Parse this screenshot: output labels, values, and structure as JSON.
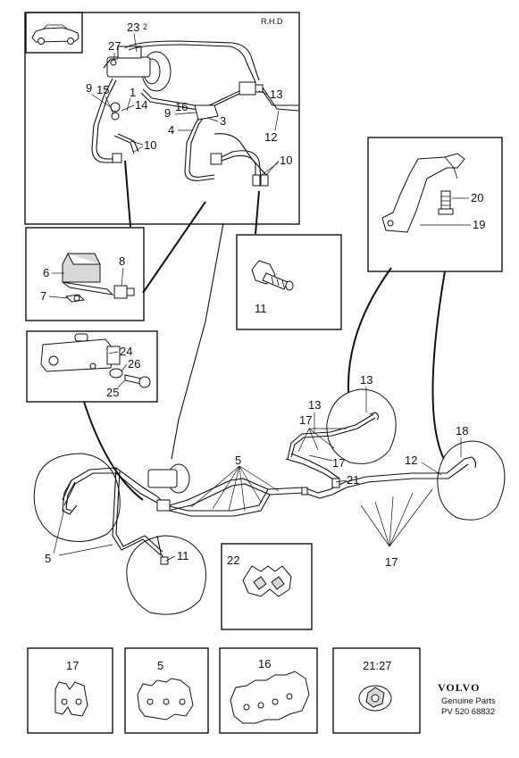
{
  "rhd_label": "R.H.D",
  "brand": {
    "name": "VOLVO",
    "subtitle": "Genuine Parts",
    "code": "PV 520 68832"
  },
  "callouts": {
    "main_23": "23",
    "main_27": "27",
    "main_9a": "9",
    "main_15": "15",
    "main_1": "1",
    "main_14": "14",
    "main_10a": "10",
    "main_16": "16",
    "main_9b": "9",
    "main_3": "3",
    "main_4": "4",
    "main_13": "13",
    "main_12": "12",
    "main_10b": "10",
    "bracket_6": "6",
    "bracket_8": "8",
    "bracket_7": "7",
    "fitting_11": "11",
    "mount_20": "20",
    "mount_19": "19",
    "valve_24": "24",
    "valve_26": "26",
    "valve_25": "25",
    "car_13a": "13",
    "car_13b": "13",
    "car_17a": "17",
    "car_17b": "17",
    "car_5": "5",
    "car_18": "18",
    "car_12": "12",
    "car_21": "21",
    "car_5b": "5",
    "car_11": "11",
    "car_17c": "17",
    "clip_22": "22",
    "clip_17": "17",
    "clip_5": "5",
    "clip_16": "16",
    "clip_2127": "21:27"
  }
}
